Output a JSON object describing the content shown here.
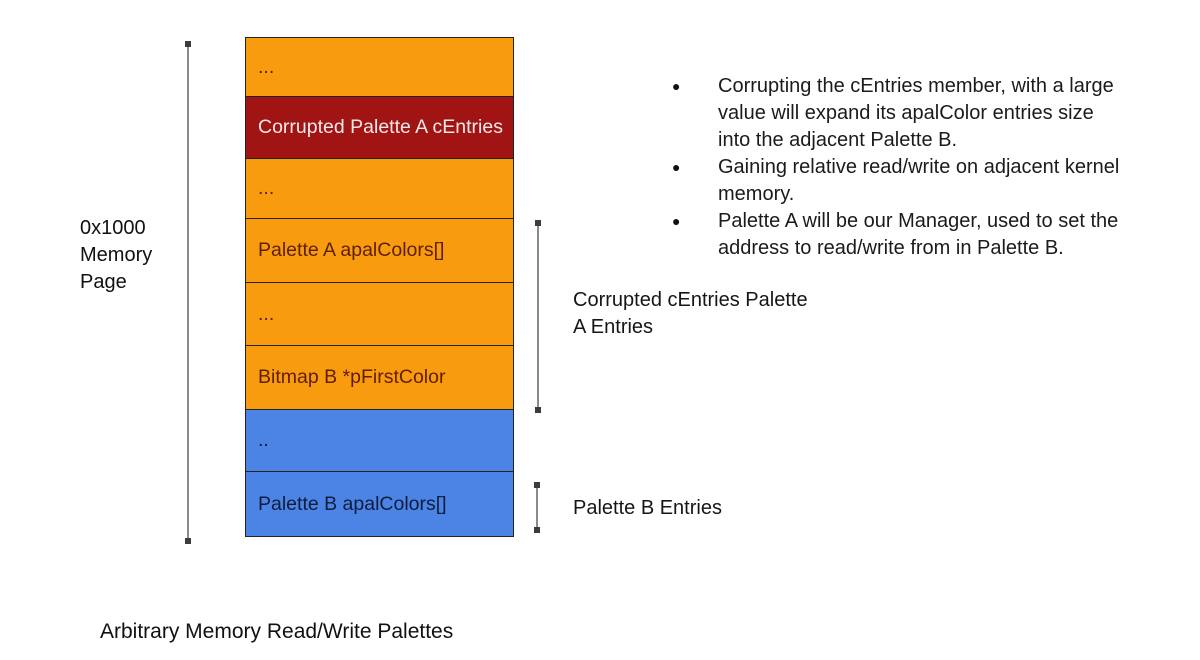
{
  "colors": {
    "background": "#ffffff",
    "orange_block": "#F89B0F",
    "dark_red_block": "#A11414",
    "blue_block": "#4B84E4",
    "block_border": "#222222",
    "orange_block_text": "#5E1F00",
    "red_block_text": "#F6E8E8",
    "blue_block_text": "#0F1D3D",
    "body_text": "#1b1b1b",
    "bracket_line": "#8a8a8a",
    "bracket_handle": "#3c3c3c"
  },
  "left_label": {
    "text": "0x1000\nMemory\nPage"
  },
  "memory_stack": {
    "blocks": [
      {
        "label": "...",
        "color": "#F89B0F"
      },
      {
        "label": "Corrupted Palette A cEntries",
        "color": "#A11414"
      },
      {
        "label": "...",
        "color": "#F89B0F"
      },
      {
        "label": "Palette A apalColors[]",
        "color": "#F89B0F"
      },
      {
        "label": "...",
        "color": "#F89B0F"
      },
      {
        "label": "Bitmap B *pFirstColor",
        "color": "#F89B0F"
      },
      {
        "label": "..",
        "color": "#4B84E4"
      },
      {
        "label": "Palette B apalColors[]",
        "color": "#4B84E4"
      }
    ]
  },
  "bullets": {
    "marker": "●",
    "items": [
      {
        "text": "Corrupting the cEntries member, with a large\nvalue will expand its apalColor entries size\ninto the adjacent Palette B."
      },
      {
        "text": "Gaining relative read/write on adjacent kernel\nmemory."
      },
      {
        "text": "Palette A will be our Manager, used to set the\naddress to read/write from in Palette B."
      }
    ]
  },
  "annotations": {
    "palette_a_label": "Corrupted cEntries Palette\nA Entries",
    "palette_b_label": "Palette B Entries"
  },
  "caption": "Arbitrary Memory Read/Write Palettes"
}
